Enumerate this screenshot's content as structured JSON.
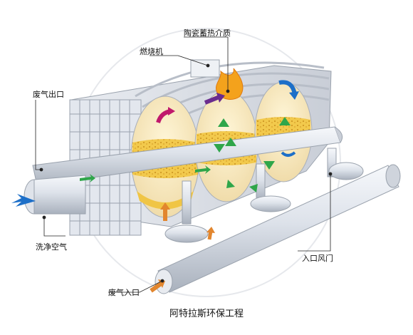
{
  "diagram": {
    "labels": {
      "ceramic_media": "陶瓷蓄热介质",
      "burner": "燃烧机",
      "exhaust_outlet": "废气出口",
      "clean_air": "洗净空气",
      "inlet_damper": "入口风门",
      "exhaust_inlet": "废气入口"
    },
    "caption": "阿特拉斯环保工程",
    "colors": {
      "arrow_green": "#2fa64a",
      "arrow_blue": "#1d6fc8",
      "arrow_purple": "#6a2c8e",
      "arrow_magenta": "#c0186c",
      "arrow_orange": "#e2862e",
      "media_yellow": "#f2c94c",
      "flame": "#f4a21c"
    }
  }
}
